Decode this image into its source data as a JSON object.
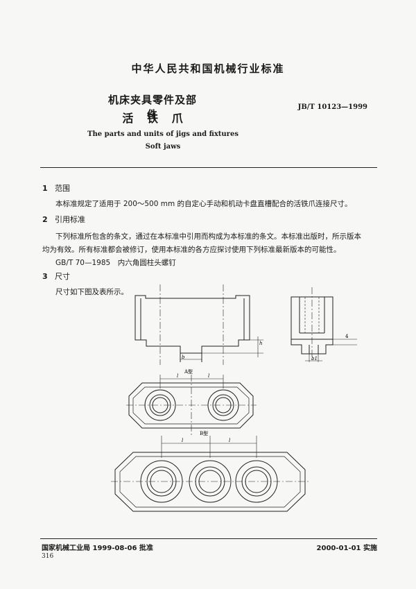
{
  "header": {
    "org_title": "中华人民共和国机械行业标准",
    "title_line1": "机床夹具零件及部件",
    "title_line2": "活 铁 爪",
    "code": "JB/T 10123—1999",
    "english_line1": "The parts and units of jigs and fixtures",
    "english_line2": "Soft jaws"
  },
  "sections": [
    {
      "num": "1",
      "title": "范围"
    },
    {
      "num": "2",
      "title": "引用标准"
    },
    {
      "num": "3",
      "title": "尺寸"
    }
  ],
  "body": {
    "scope_text": "本标准规定了适用于 200～500 mm 的自定心手动和机动卡盘直槽配合的活铁爪连接尺寸。",
    "ref_text_line1": "下列标准所包含的条文，通过在本标准中引用而构成为本标准的条文。本标准出版时，所示版本",
    "ref_text_line2": "均为有效。所有标准都会被修订，使用本标准的各方应探讨使用下列标准最新版本的可能性。",
    "ref_item": "GB/T 70—1985　内六角圆柱头螺钉",
    "dim_text": "尺寸如下图及表所示。"
  },
  "figure": {
    "label_a": "A型",
    "label_b": "B型",
    "dim_l": "l",
    "dim_b": "b",
    "dim_b1": "b1",
    "dim_h": "h",
    "dim_4": "4"
  },
  "footer": {
    "approval": "国家机械工业局 1999-08-06 批准",
    "implement": "2000-01-01 实施",
    "page_number": "316"
  }
}
